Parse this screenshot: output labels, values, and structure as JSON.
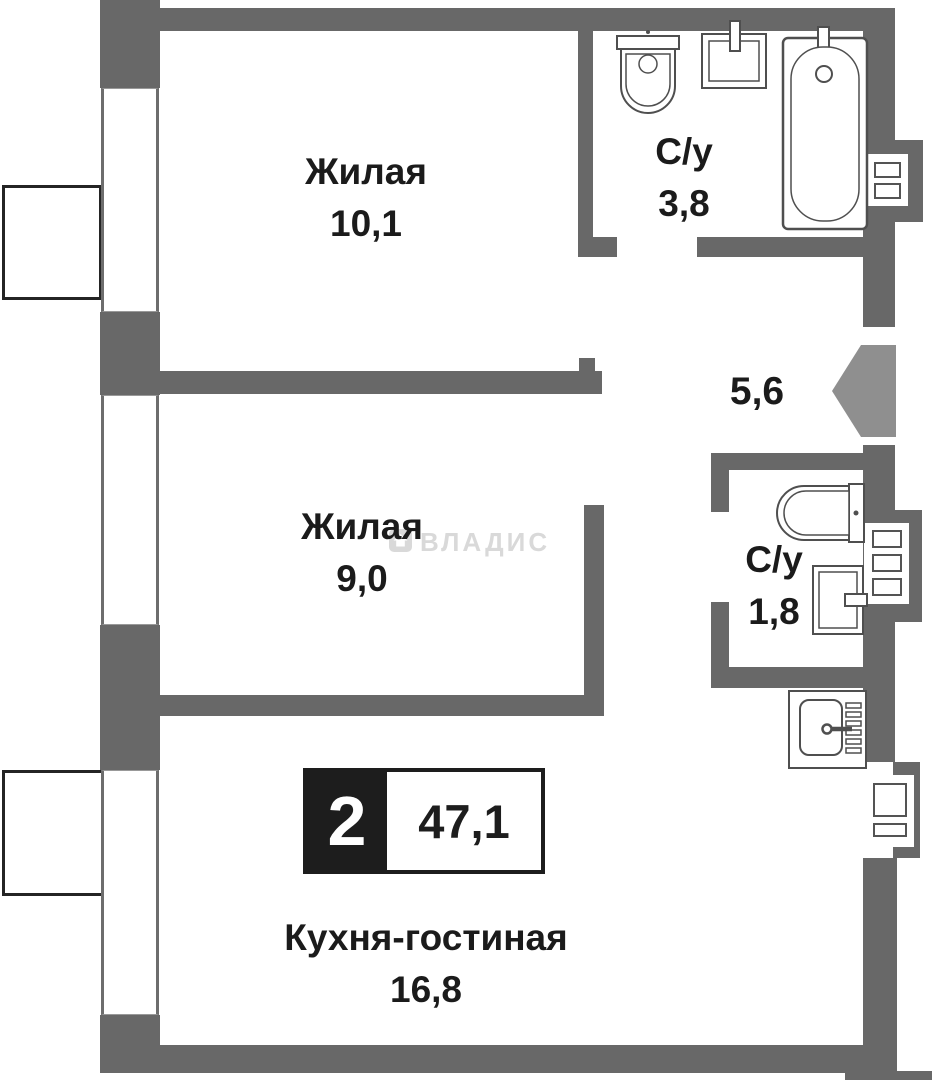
{
  "plan": {
    "type": "apartment-floor-plan",
    "badge": {
      "rooms_count": "2",
      "total_area": "47,1"
    },
    "watermark": {
      "label": "ВЛАДИС",
      "icon": "house-icon"
    },
    "hallway": {
      "area": "5,6"
    },
    "entrance": {
      "icon": "entrance-arrow-icon"
    },
    "rooms": [
      {
        "name": "Жилая",
        "area": "10,1"
      },
      {
        "name": "С/у",
        "area": "3,8"
      },
      {
        "name": "Жилая",
        "area": "9,0"
      },
      {
        "name": "С/у",
        "area": "1,8"
      },
      {
        "name": "Кухня-гостиная",
        "area": "16,8"
      }
    ],
    "fixtures": [
      "toilet-icon",
      "sink-icon",
      "bathtub-icon",
      "toilet-icon",
      "sink-icon",
      "kitchen-sink-icon",
      "vent-shaft",
      "vent-shaft",
      "vent-shaft",
      "window",
      "window",
      "window",
      "balcony",
      "balcony"
    ],
    "colors": {
      "wall": "#686868",
      "entrance_arrow": "#8f8f8f",
      "fixture_outline": "#4f4f4f",
      "balcony_outline": "#242424",
      "text": "#1b1b1b",
      "badge_bg": "#1d1d1d",
      "watermark": "#d9d9d9"
    }
  }
}
